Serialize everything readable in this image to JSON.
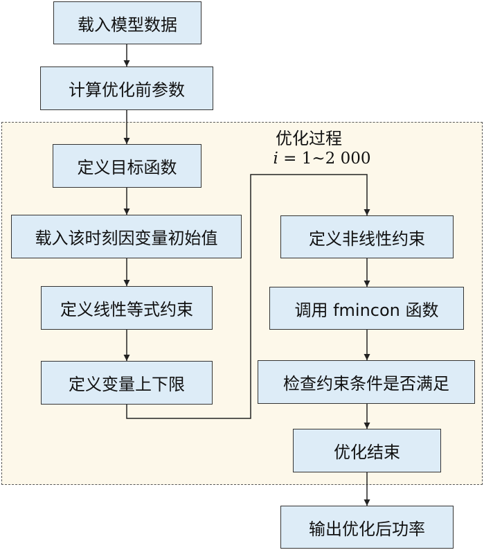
{
  "nodes": {
    "load_model": "载入模型数据",
    "calc_pre": "计算优化前参数",
    "define_objective": "定义目标函数",
    "load_initial": "载入该时刻因变量初始值",
    "linear_eq": "定义线性等式约束",
    "bounds": "定义变量上下限",
    "nonlinear": "定义非线性约束",
    "fmincon": "调用 fmincon 函数",
    "check": "检查约束条件是否满足",
    "opt_end": "优化结束",
    "output": "输出优化后功率"
  },
  "region": {
    "title": "优化过程",
    "iter_var": "i",
    "iter_range": "= 1~2 000"
  },
  "colors": {
    "node_fill": "#ddecf7",
    "region_fill": "#fdf8ea",
    "stroke": "#333333"
  }
}
